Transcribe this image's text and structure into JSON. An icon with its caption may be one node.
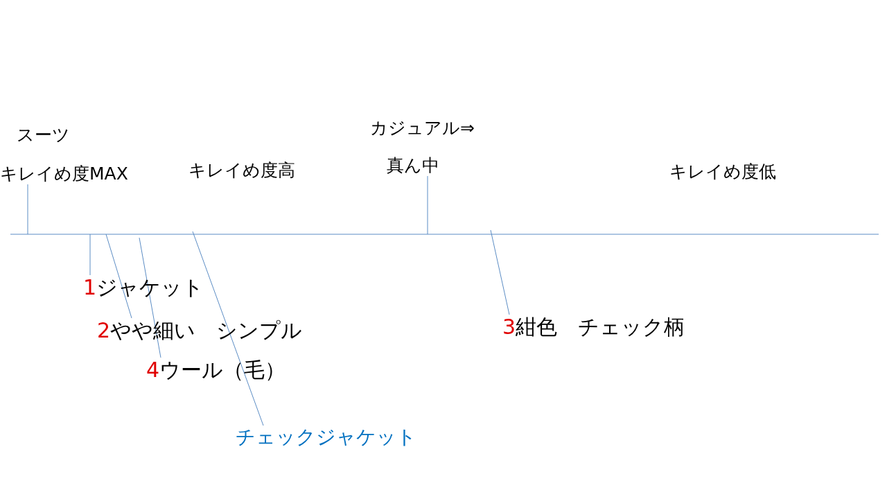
{
  "diagram": {
    "nodes": [
      {
        "text": [
          "キレイめ度MAX"
        ]
      },
      {
        "text": [
          "真ん中"
        ]
      },
      {
        "text": [
          "1",
          "ジャケット"
        ]
      },
      {
        "text": [
          "2",
          "やや細い　シンプル"
        ]
      },
      {
        "text": [
          "4",
          "ウール（毛）"
        ]
      },
      {
        "text": [
          "チェックジャケット"
        ]
      },
      {
        "text": [
          "3",
          "紺色　チェック柄"
        ]
      }
    ],
    "edges": [
      {
        "from": 0,
        "to": null,
        "arrow": "none"
      },
      {
        "from": 1,
        "to": null,
        "arrow": "none"
      },
      {
        "from": 2,
        "to": null,
        "arrow": "none"
      },
      {
        "from": 3,
        "to": null,
        "arrow": "none"
      },
      {
        "from": 4,
        "to": null,
        "arrow": "none"
      },
      {
        "from": 5,
        "to": null,
        "arrow": "none"
      },
      {
        "from": 6,
        "to": null,
        "arrow": "none"
      }
    ],
    "labels": [
      "スーツ",
      "カジュアル⇒",
      "キレイめ度高",
      "キレイめ度低"
    ]
  }
}
